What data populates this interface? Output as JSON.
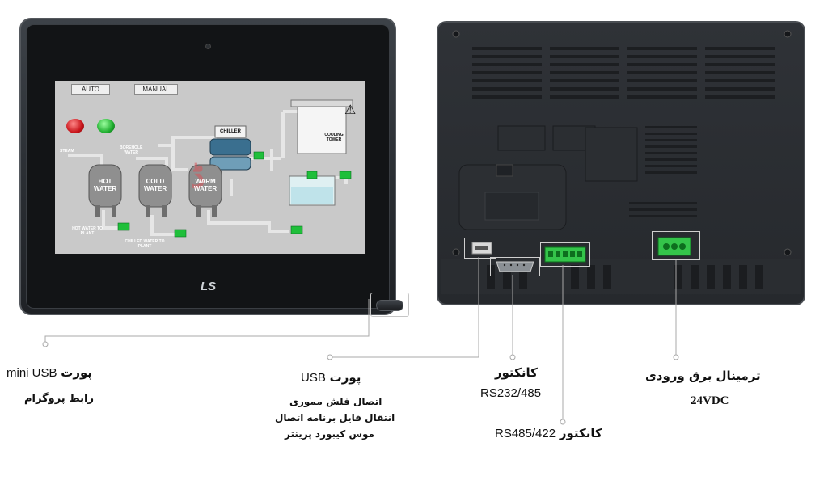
{
  "screen": {
    "auto_label": "AUTO",
    "manual_label": "MANUAL",
    "steam_label": "STEAM",
    "borehole_label": "BOREHOLE\nWATER",
    "hot_water_label": "HOT\nWATER",
    "cold_water_label": "COLD\nWATER",
    "warm_water_label": "WARM\nWATER",
    "chiller_label": "CHILLER",
    "cooling_tower_label": "COOLING\nTOWER",
    "hot_water_plant_label": "HOT WATER TO\nPLANT",
    "chilled_water_plant_label": "CHILLED WATER TO\nPLANT"
  },
  "brand": {
    "logo_text": "LS"
  },
  "annotations": {
    "mini_usb": {
      "title_latin": "mini USB",
      "title_arabic": "پورت",
      "subtitle": "رابط پروگرام"
    },
    "usb": {
      "title_latin": "USB",
      "title_arabic": "پورت",
      "line1": "اتصال فلش مموری",
      "line2": "انتقال  فایل برنامه اتصال",
      "line3": "موس  کیبورد  پرینتر"
    },
    "rs232": {
      "title_arabic": "کانکتور",
      "subtitle_latin": "RS232/485"
    },
    "rs485": {
      "title_latin": "RS485/422",
      "title_arabic": "کانکتور"
    },
    "power": {
      "title_arabic": "ترمینال برق ورودی",
      "subtitle_latin": "24VDC"
    }
  },
  "colors": {
    "pipe": "#e6e6e6",
    "valve": "#1fbf3a",
    "tank": "#8f8f8f",
    "leader_line": "#a8a8a8",
    "terminal_green": "#34c44a"
  }
}
